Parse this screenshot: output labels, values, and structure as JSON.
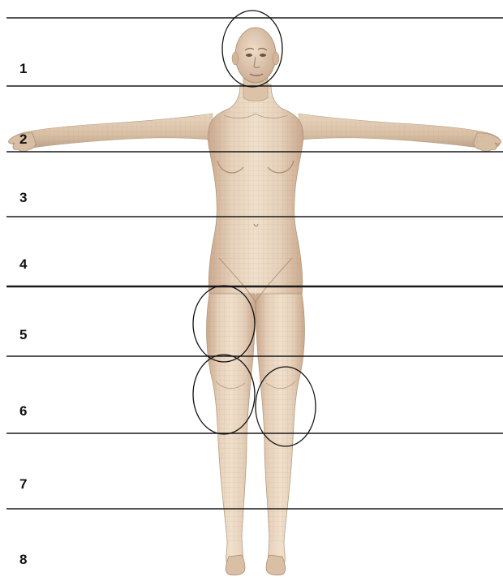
{
  "diagram": {
    "band_labels": [
      "1",
      "2",
      "3",
      "4",
      "5",
      "6",
      "7",
      "8"
    ]
  },
  "colors": {
    "line": "#1a1a1a",
    "skin_light": "#eddcc8",
    "skin_mid": "#dcc3a8",
    "skin_shadow": "#b89b80",
    "mesh": "#a88f78"
  },
  "icons": {
    "figure": "female-body-figure-icon",
    "highlight": "ellipse-highlight-icon"
  }
}
